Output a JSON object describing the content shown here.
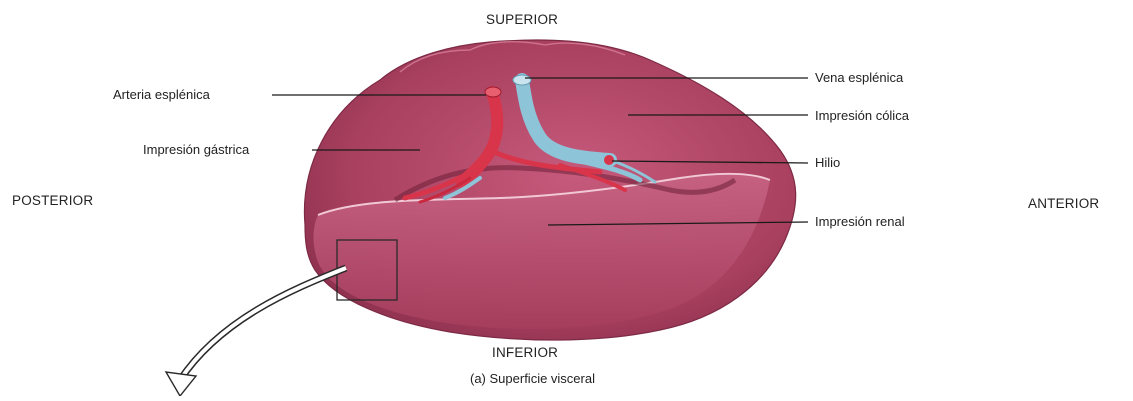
{
  "orientation": {
    "top": "SUPERIOR",
    "left": "POSTERIOR",
    "right": "ANTERIOR",
    "bottom": "INFERIOR"
  },
  "labels": {
    "arteria_esplenica": "Arteria esplénica",
    "impresion_gastrica": "Impresión gástrica",
    "vena_esplenica": "Vena esplénica",
    "impresion_colica": "Impresión cólica",
    "hilio": "Hilio",
    "impresion_renal": "Impresión renal"
  },
  "caption": "(a) Superficie visceral",
  "colors": {
    "organ": "#b04869",
    "organ_light": "#cc6e8c",
    "organ_shadow": "#8f3150",
    "artery": "#d8344a",
    "vein": "#8ec4d8",
    "leader": "#1a1a1a"
  }
}
